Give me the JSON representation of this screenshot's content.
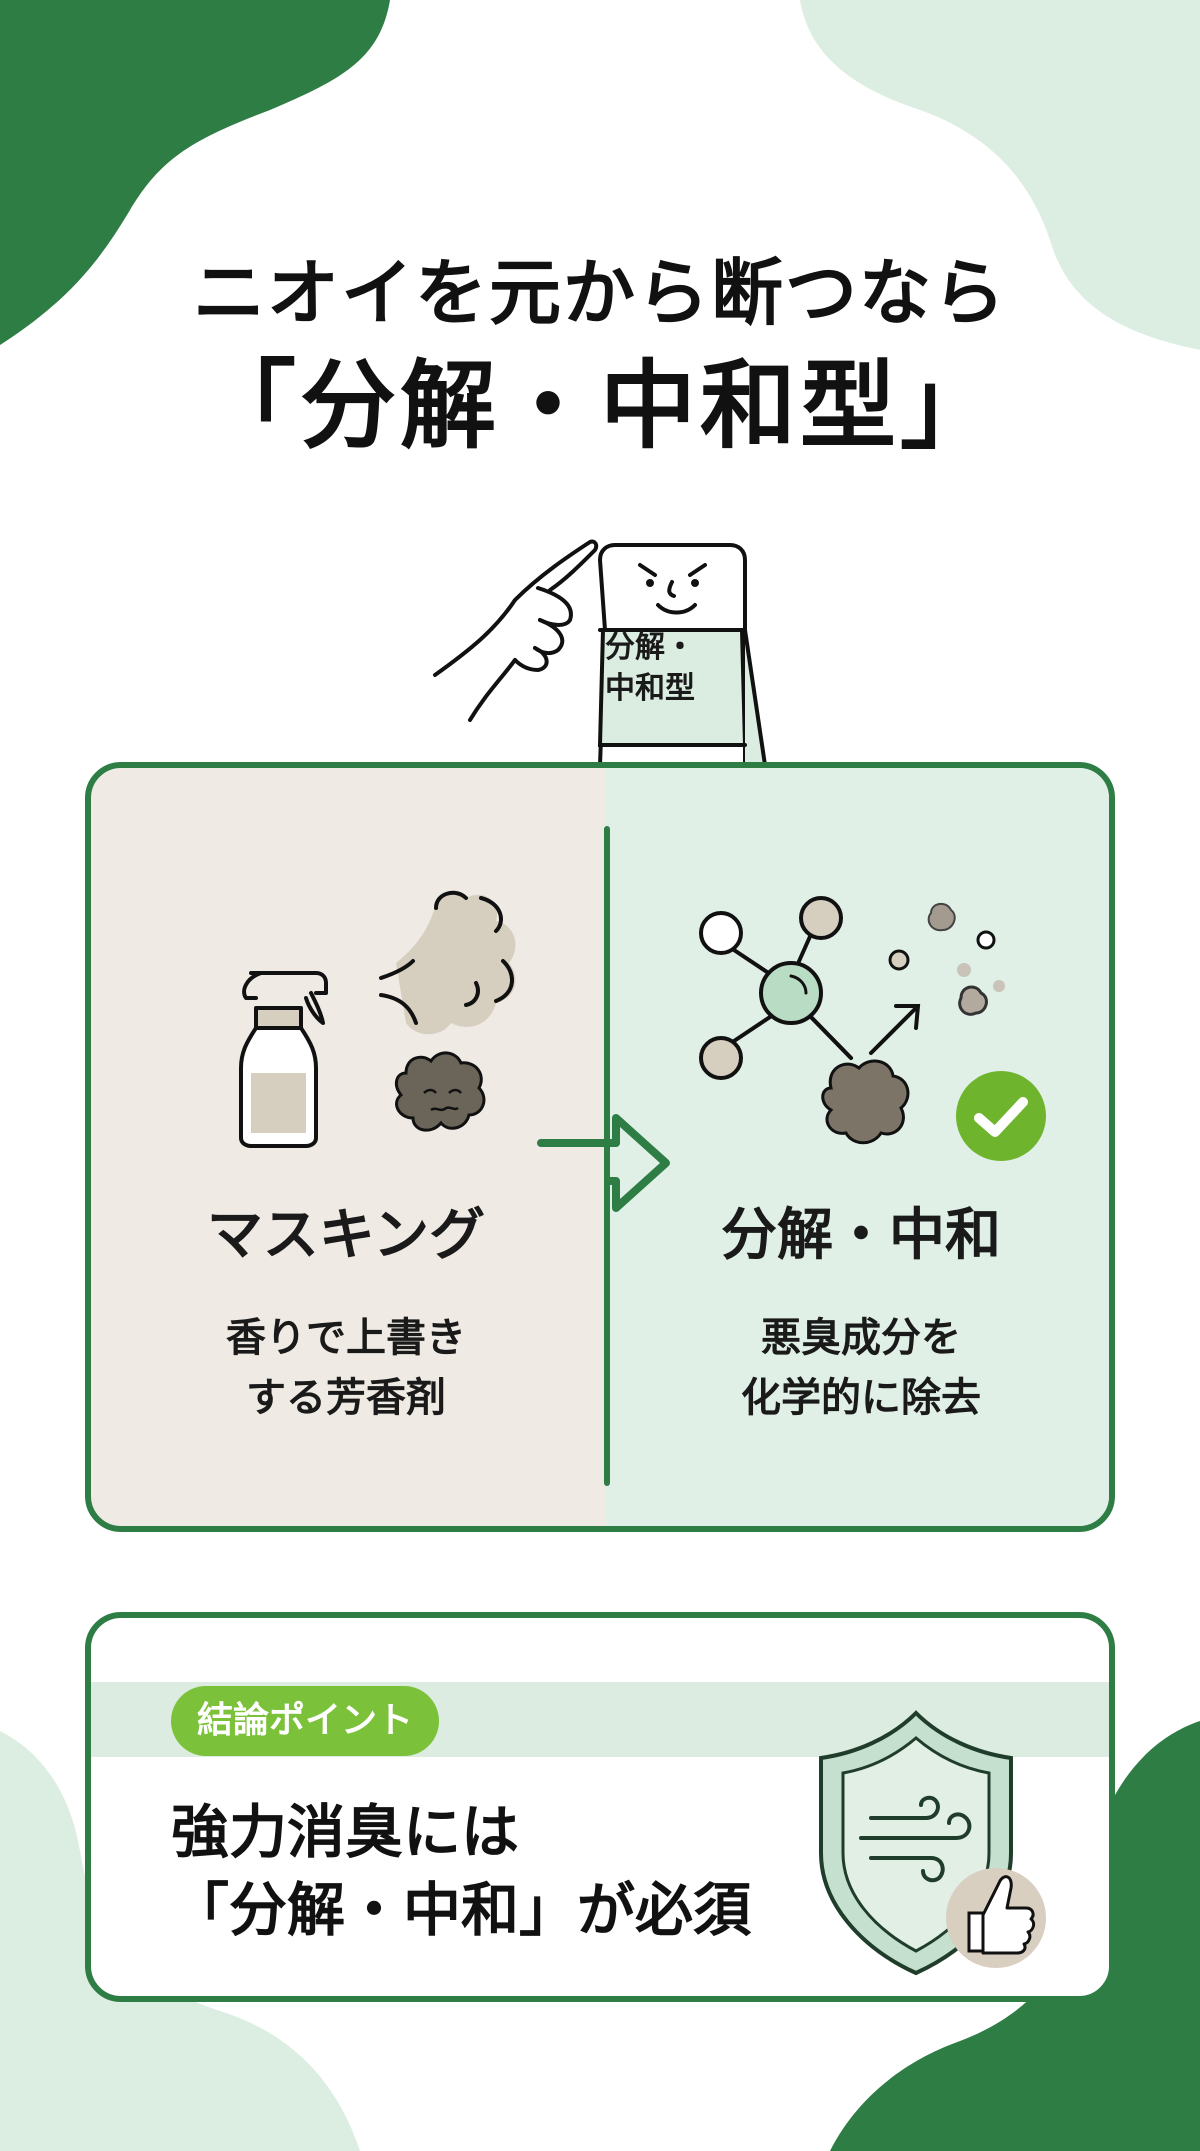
{
  "header": {
    "title_line1": "ニオイを元から断つなら",
    "title_line2": "「分解・中和型」"
  },
  "mascot": {
    "label_line1": "分解・",
    "label_line2": "中和型",
    "icons": [
      "pointing-hand-icon",
      "smiling-product-icon"
    ]
  },
  "comparison": {
    "left": {
      "title": "マスキング",
      "desc_line1": "香りで上書き",
      "desc_line2": "する芳香剤",
      "icon": "spray-bottle-icon",
      "highlight_color": "#d6d0c2"
    },
    "right": {
      "title": "分解・中和",
      "desc_line1": "悪臭成分を",
      "desc_line2": "化学的に除去",
      "icon": "molecule-icon",
      "highlight_color": "#7cc13a"
    },
    "arrow_icon": "arrow-right-icon",
    "check_icon": "check-circle-icon"
  },
  "summary": {
    "badge": "結論ポイント",
    "text_line1": "強力消臭には",
    "text_line2": "「分解・中和」が必須",
    "icon": "shield-thumbs-up-icon"
  },
  "colors": {
    "dark_green": "#2e7d45",
    "light_green": "#dcece0",
    "lime": "#7cc13a",
    "beige": "#efebe4"
  }
}
